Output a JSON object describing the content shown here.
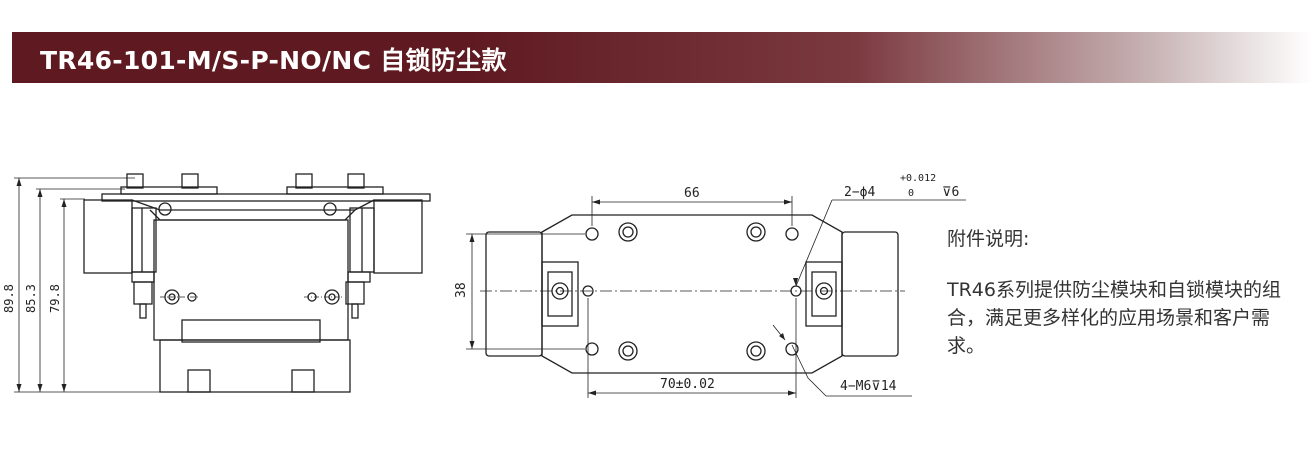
{
  "header": {
    "title": "TR46-101-M/S-P-NO/NC 自锁防尘款"
  },
  "side_view": {
    "dim_1": "89.8",
    "dim_2": "85.3",
    "dim_3": "79.8"
  },
  "top_view": {
    "width_top": "66",
    "width_bottom": "70±0.02",
    "height_left": "38",
    "hole_callout": "2−ϕ4",
    "tol_upper": "+0.012",
    "tol_lower": "0",
    "hole_depth": "⊽6",
    "thread_callout": "4−M6⊽14"
  },
  "notes": {
    "heading": "附件说明:",
    "body": "TR46系列提供防尘模块和自锁模块的组合，满足更多样化的应用场景和客户需求。"
  }
}
